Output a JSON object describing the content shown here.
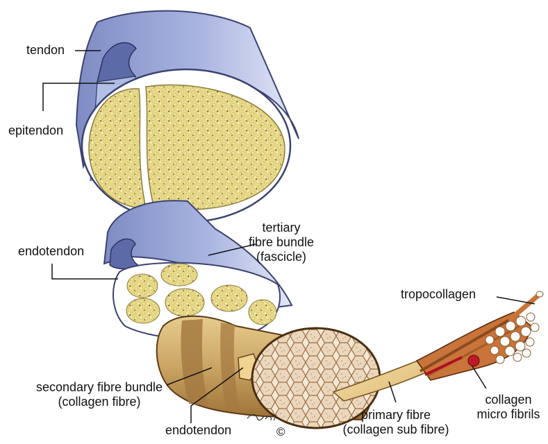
{
  "labels": {
    "tendon": "tendon",
    "epitendon": "epitendon",
    "endotendon_upper": "endotendon",
    "tertiary": [
      "tertiary",
      "fibre bundle",
      "(fascicle)"
    ],
    "tropocollagen": "tropocollagen",
    "secondary": [
      "secondary fibre bundle",
      "(collagen fibre)"
    ],
    "endotendon_lower": "endotendon",
    "primary": [
      "primary fibre",
      "(collagen sub fibre)"
    ],
    "micro": [
      "collagen",
      "micro fibrils"
    ]
  },
  "signature": "©",
  "colors": {
    "sheath_blue": "#8c99cc",
    "sheath_light": "#d4daf0",
    "fibre_yellow": "#e8dc8a",
    "fibre_dot": "#7a2030",
    "collagen_tan": "#c9a463",
    "collagen_dark": "#8a5a2a",
    "tropo_orange": "#c8743a"
  }
}
